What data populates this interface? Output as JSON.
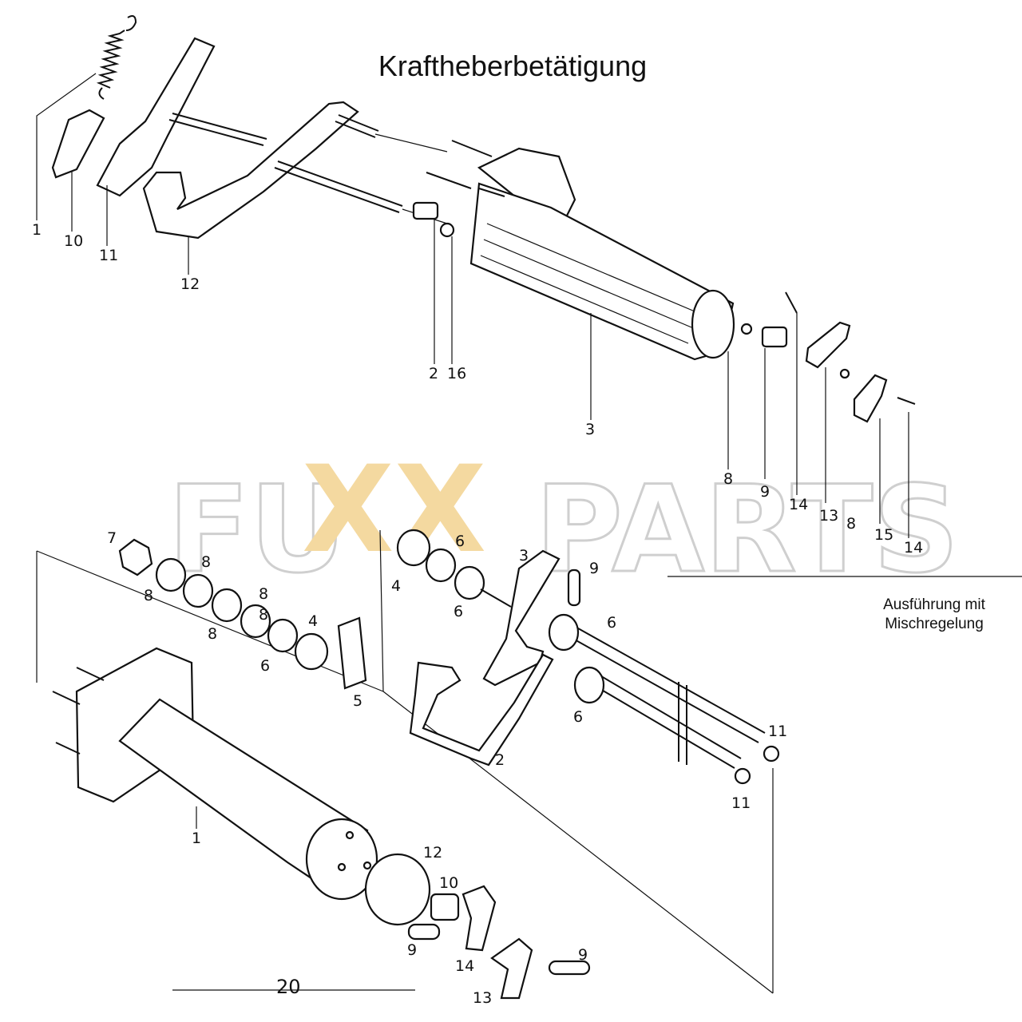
{
  "title": "Kraftheberbetätigung",
  "variant_note": [
    "Ausführung mit",
    "Mischregelung"
  ],
  "watermark": {
    "left": "FU",
    "middle": "XX",
    "right": "PARTS",
    "accent_color": "#f4d9a0",
    "outline_color": "#cfcfcf"
  },
  "upper_assembly_labels": [
    "1",
    "10",
    "11",
    "12",
    "2",
    "16",
    "3",
    "8",
    "9",
    "14",
    "13",
    "8",
    "15",
    "14"
  ],
  "lower_assembly_labels": [
    "7",
    "8",
    "8",
    "8",
    "8",
    "8",
    "4",
    "6",
    "5",
    "4",
    "6",
    "6",
    "3",
    "9",
    "6",
    "6",
    "2",
    "11",
    "11",
    "1",
    "12",
    "10",
    "9",
    "14",
    "9",
    "13"
  ],
  "dimension_label": "20"
}
